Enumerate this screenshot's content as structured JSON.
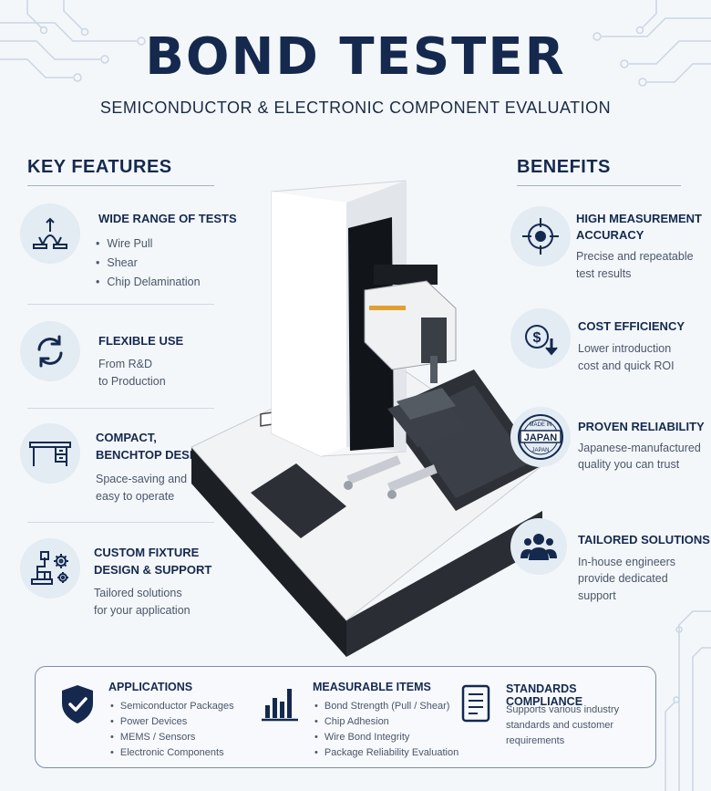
{
  "header": {
    "title": "BOND TESTER",
    "subtitle": "SEMICONDUCTOR & ELECTRONIC COMPONENT EVALUATION"
  },
  "key_features": {
    "heading": "KEY FEATURES",
    "items": [
      {
        "title": "WIDE RANGE OF TESTS",
        "bullets": [
          "Wire Pull",
          "Shear",
          "Chip Delamination"
        ],
        "icon": "wire-pull-icon"
      },
      {
        "title": "FLEXIBLE USE",
        "text": [
          "From R&D",
          "to Production"
        ],
        "icon": "refresh-cycle-icon"
      },
      {
        "title": [
          "COMPACT,",
          "BENCHTOP DESIGN"
        ],
        "text": [
          "Space-saving and",
          "easy to operate"
        ],
        "icon": "workbench-icon"
      },
      {
        "title": [
          "CUSTOM FIXTURE",
          "DESIGN & SUPPORT"
        ],
        "text": [
          "Tailored solutions",
          "for your application"
        ],
        "icon": "microscope-gears-icon"
      }
    ]
  },
  "benefits": {
    "heading": "BENEFITS",
    "items": [
      {
        "title": [
          "HIGH MEASUREMENT",
          "ACCURACY"
        ],
        "text": [
          "Precise and repeatable",
          "test results"
        ],
        "icon": "crosshair-target-icon"
      },
      {
        "title": "COST EFFICIENCY",
        "text": [
          "Lower introduction",
          "cost and quick ROI"
        ],
        "icon": "dollar-down-arrow-icon"
      },
      {
        "title": "PROVEN RELIABILITY",
        "text": [
          "Japanese-manufactured",
          "quality you can trust"
        ],
        "icon": "made-in-japan-stamp-icon",
        "stamp": {
          "top": "MADE IN",
          "middle": "JAPAN",
          "bottom": "JAPAN"
        }
      },
      {
        "title": "TAILORED SOLUTIONS",
        "text": [
          "In-house engineers",
          "provide dedicated",
          "support"
        ],
        "icon": "team-people-icon"
      }
    ]
  },
  "bottom": {
    "applications": {
      "title": "APPLICATIONS",
      "items": [
        "Semiconductor Packages",
        "Power Devices",
        "MEMS / Sensors",
        "Electronic Components"
      ],
      "icon": "shield-check-icon"
    },
    "measurable": {
      "title": "MEASURABLE ITEMS",
      "items": [
        "Bond Strength (Pull / Shear)",
        "Chip Adhesion",
        "Wire Bond Integrity",
        "Package Reliability Evaluation"
      ],
      "icon": "bar-chart-icon"
    },
    "standards": {
      "title": "STANDARDS COMPLIANCE",
      "text": [
        "Supports various industry",
        "standards and customer",
        "requirements"
      ],
      "icon": "document-list-icon"
    }
  },
  "colors": {
    "navy": "#15294f",
    "text": "#4a566a",
    "icon_bg": "#e3ebf3",
    "background": "#f4f7fa"
  }
}
